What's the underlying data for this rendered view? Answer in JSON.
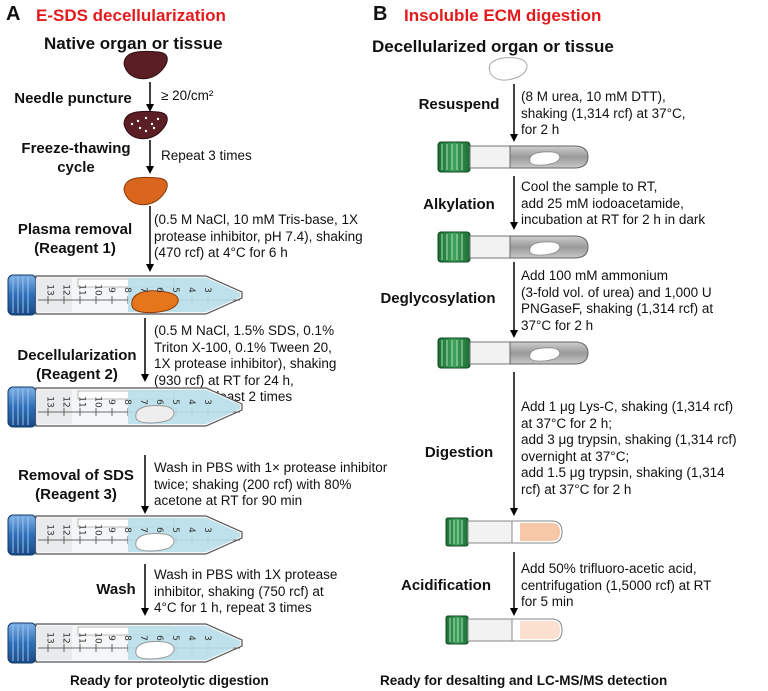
{
  "panelA": {
    "letter": "A",
    "title": "E-SDS decellularization",
    "header": "Native organ or tissue",
    "steps": [
      {
        "label": "Needle puncture",
        "note": "≥ 20/cm²"
      },
      {
        "label": "Freeze-thawing\ncycle",
        "note": "Repeat 3 times"
      },
      {
        "label": "Plasma removal\n(Reagent 1)",
        "note": "(0.5 M NaCl, 10 mM Tris-base, 1X\nprotease inhibitor, pH 7.4), shaking\n(470 rcf) at 4°C for 6 h"
      },
      {
        "label": "Decellularization\n(Reagent 2)",
        "note": "(0.5 M NaCl, 1.5% SDS, 0.1%\nTriton X-100, 0.1% Tween 20,\n1X protease inhibitor), shaking\n(930 rcf) at RT for 24 h,\nRepeat at least 2 times"
      },
      {
        "label": "Removal of SDS\n(Reagent 3)",
        "note": "Wash in PBS with 1× protease inhibitor\ntwice; shaking (200 rcf) with 80%\nacetone at RT for 90 min"
      },
      {
        "label": "Wash",
        "note": "Wash in PBS with 1X protease\ninhibitor, shaking (750 rcf) at\n4°C for 1 h, repeat 3 times"
      }
    ],
    "footer": "Ready for proteolytic digestion"
  },
  "panelB": {
    "letter": "B",
    "title": "Insoluble ECM digestion",
    "header": "Decellularized organ or tissue",
    "steps": [
      {
        "label": "Resuspend",
        "note": "(8 M urea, 10 mM DTT),\nshaking (1,314 rcf) at 37°C,\nfor 2 h"
      },
      {
        "label": "Alkylation",
        "note": "Cool the sample to RT,\nadd 25 mM iodoacetamide,\nincubation at RT for 2 h in dark"
      },
      {
        "label": "Deglycosylation",
        "note": "Add 100 mM ammonium\n(3-fold vol. of urea) and 1,000 U\nPNGaseF, shaking (1,314 rcf) at\n37°C for 2 h"
      },
      {
        "label": "Digestion",
        "note": "Add 1 μg Lys-C, shaking (1,314 rcf)\nat 37°C for 2 h;\nadd 3 μg trypsin, shaking (1,314 rcf)\novernight at 37°C;\nadd 1.5 μg trypsin, shaking (1,314\nrcf) at 37°C for 2 h"
      },
      {
        "label": "Acidification",
        "note": "Add 50% trifluoro-acetic acid,\ncentrifugation (1,5000 rcf) at RT\nfor 5 min"
      }
    ],
    "footer": "Ready for desalting and LC-MS/MS detection"
  },
  "tube_scale_labels": [
    "13",
    "12",
    "11",
    "10",
    "9",
    "8",
    "7",
    "6",
    "5",
    "4",
    "3"
  ],
  "colors": {
    "title_red": "#e41a1c",
    "liver_dark": "#5a1e24",
    "liver_orange": "#d9661c",
    "tube_cap_blue": "#2f6fb8",
    "tube_liquid": "#b9dfe9",
    "vial_cap_green": "#2e8b4a",
    "vial_body_gray": "#a6a6a6",
    "peach_liquid": "#f7c8a8"
  }
}
